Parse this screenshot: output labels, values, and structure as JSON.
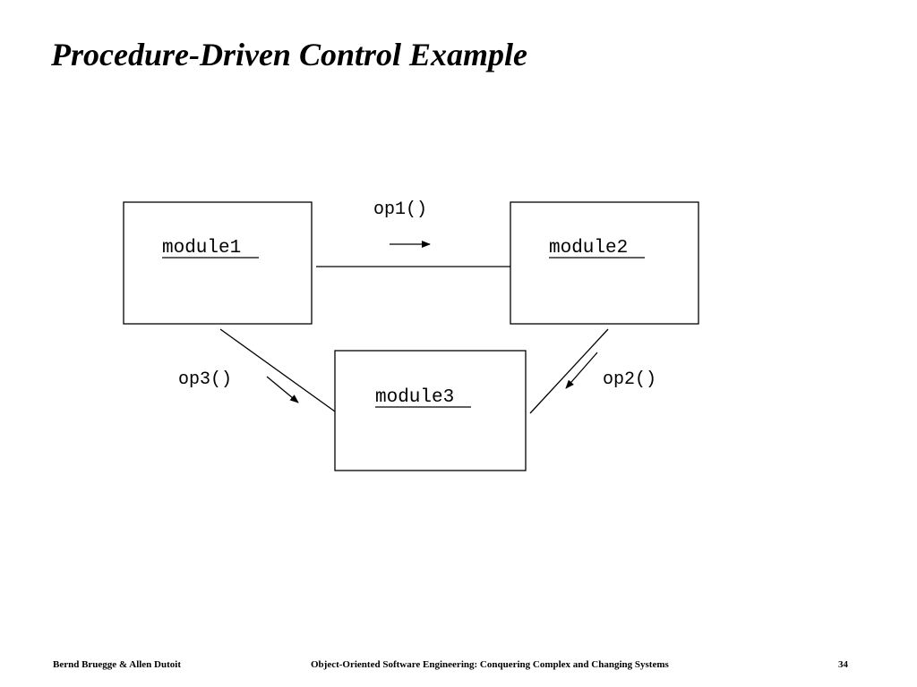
{
  "slide": {
    "title": "Procedure-Driven Control Example"
  },
  "diagram": {
    "modules": [
      {
        "id": "module1",
        "label": "module1"
      },
      {
        "id": "module2",
        "label": "module2"
      },
      {
        "id": "module3",
        "label": "module3"
      }
    ],
    "operations": [
      {
        "id": "op1",
        "label": "op1()",
        "from": "module1",
        "to": "module2"
      },
      {
        "id": "op2",
        "label": "op2()",
        "from": "module2",
        "to": "module3"
      },
      {
        "id": "op3",
        "label": "op3()",
        "from": "module1",
        "to": "module3"
      }
    ]
  },
  "footer": {
    "authors": "Bernd Bruegge & Allen Dutoit",
    "book": "Object-Oriented Software Engineering: Conquering Complex and Changing Systems",
    "page": "34"
  }
}
